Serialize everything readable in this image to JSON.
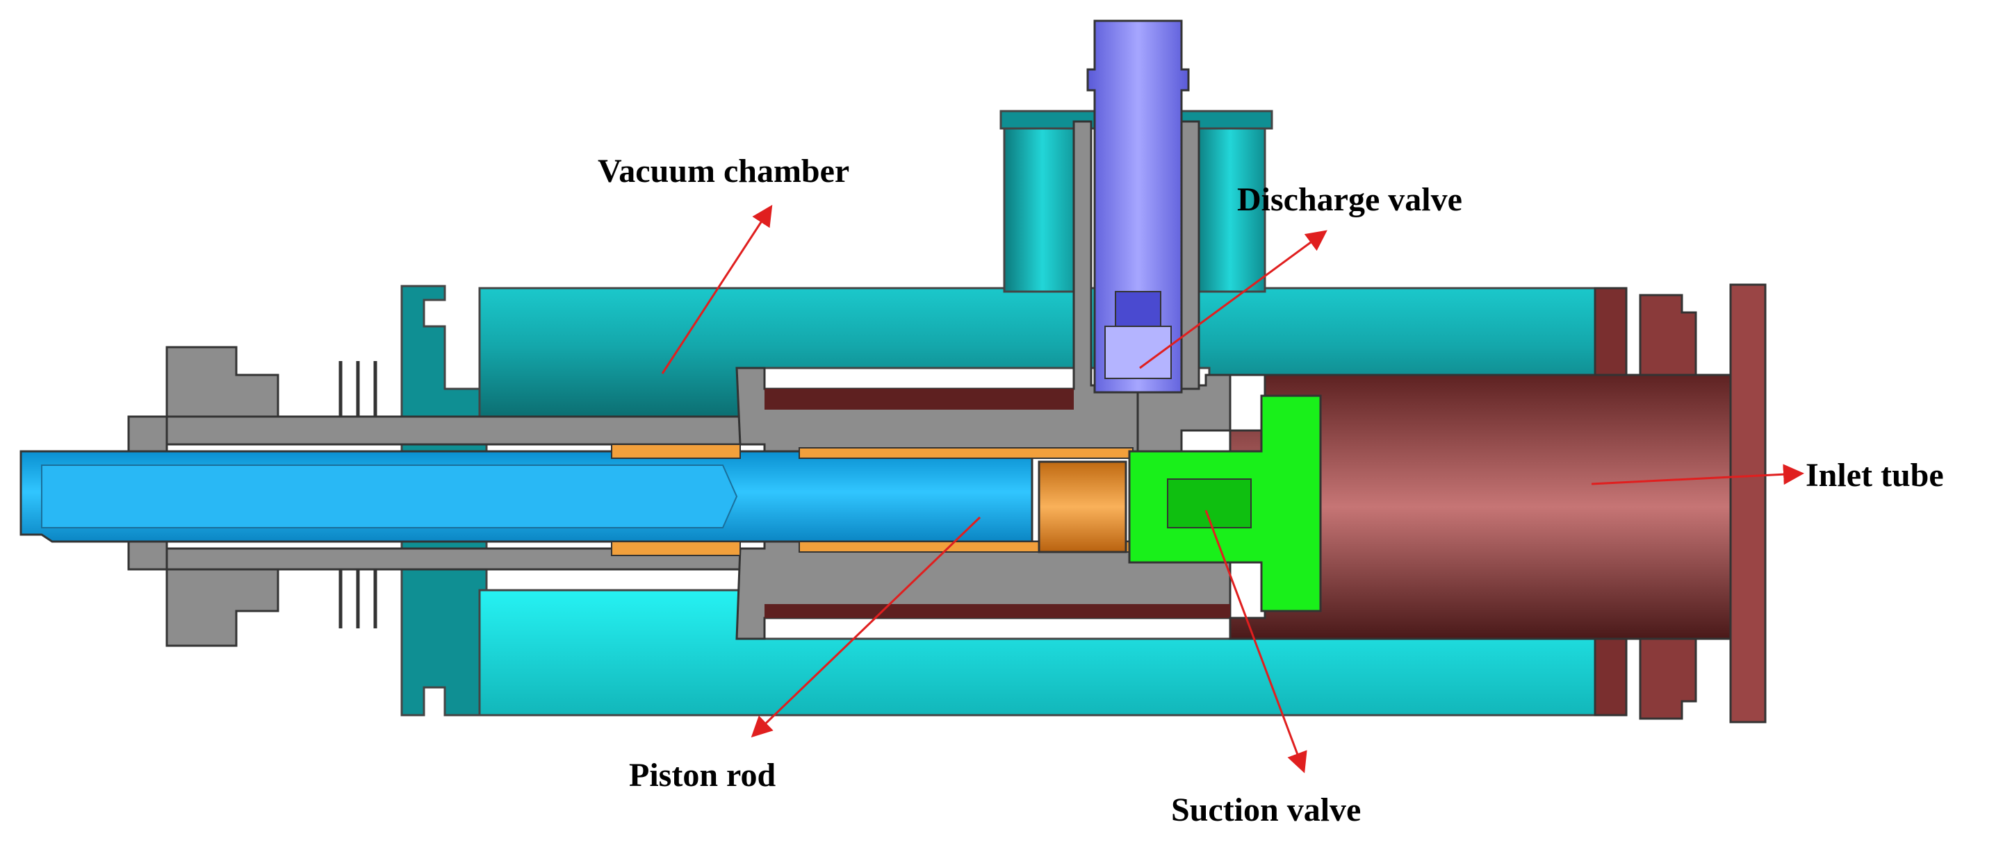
{
  "labels": {
    "vacuum_chamber": "Vacuum chamber",
    "discharge_valve": "Discharge valve",
    "inlet_tube": "Inlet tube",
    "piston_rod": "Piston rod",
    "suction_valve": "Suction valve"
  },
  "colors": {
    "vacuum_chamber": "#17b8bd",
    "vacuum_chamber_light": "#1ee8ea",
    "discharge_valve": "#8f8ff0",
    "inlet_tube": "#8a3d3d",
    "inlet_tube_light": "#c27272",
    "piston_rod": "#12b9f3",
    "piston": "#f2a03c",
    "suction_valve": "#19f01a",
    "steel": "#8d8d8d",
    "arrow": "#e01f1f"
  }
}
